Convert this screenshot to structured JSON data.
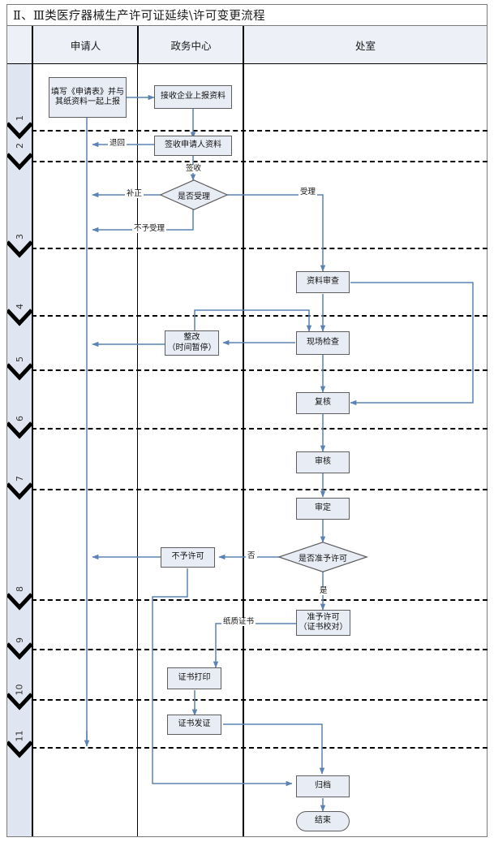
{
  "title": "Ⅱ、Ⅲ类医疗器械生产许可证延续\\许可变更流程",
  "columns": [
    {
      "key": "step",
      "label": ""
    },
    {
      "key": "applicant",
      "label": "申请人"
    },
    {
      "key": "center",
      "label": "政务中心"
    },
    {
      "key": "office",
      "label": "处室"
    }
  ],
  "steps": [
    "1",
    "2",
    "3",
    "4",
    "5",
    "6",
    "7",
    "8",
    "9",
    "10",
    "11"
  ],
  "nodes": [
    {
      "id": "n1",
      "lane": "applicant",
      "shape": "process",
      "label": "填写《申请表》并与其纸资料一起上报"
    },
    {
      "id": "n2",
      "lane": "center",
      "shape": "process",
      "label": "接收企业上报资料"
    },
    {
      "id": "n3",
      "lane": "center",
      "shape": "process",
      "label": "签收申请人资料"
    },
    {
      "id": "n4",
      "lane": "center",
      "shape": "decision",
      "label": "是否受理"
    },
    {
      "id": "n5",
      "lane": "office",
      "shape": "process",
      "label": "资料审查"
    },
    {
      "id": "n6",
      "lane": "center",
      "shape": "process",
      "label": "整改",
      "label2": "（时间暂停）"
    },
    {
      "id": "n7",
      "lane": "office",
      "shape": "process",
      "label": "现场检查"
    },
    {
      "id": "n8",
      "lane": "office",
      "shape": "process",
      "label": "复核"
    },
    {
      "id": "n9",
      "lane": "office",
      "shape": "process",
      "label": "审核"
    },
    {
      "id": "n10",
      "lane": "office",
      "shape": "process",
      "label": "审定"
    },
    {
      "id": "n11",
      "lane": "office",
      "shape": "decision",
      "label": "是否准予许可"
    },
    {
      "id": "n12",
      "lane": "center",
      "shape": "process",
      "label": "不予许可"
    },
    {
      "id": "n13",
      "lane": "office",
      "shape": "process",
      "label": "准予许可",
      "label2": "（证书校对）"
    },
    {
      "id": "n14",
      "lane": "center",
      "shape": "process",
      "label": "证书打印"
    },
    {
      "id": "n15",
      "lane": "center",
      "shape": "process",
      "label": "证书发证"
    },
    {
      "id": "n16",
      "lane": "office",
      "shape": "process",
      "label": "归档"
    },
    {
      "id": "n17",
      "lane": "office",
      "shape": "terminator",
      "label": "结束"
    }
  ],
  "edge_labels": {
    "reject_return": "退回",
    "signed": "签收",
    "supplement": "补正",
    "not_accepted": "不予受理",
    "accepted": "受理",
    "no": "否",
    "yes": "是",
    "paper_cert": "纸质证书"
  },
  "colors": {
    "node_fill": "#e8ecf5",
    "node_border": "#5e5e5e",
    "connector": "#5b82b3",
    "lane_header_fill": "#edf0f7",
    "step_strip_fill": "#dfe6f2",
    "frame_border": "#7b7b7b",
    "divider": "#000000"
  }
}
